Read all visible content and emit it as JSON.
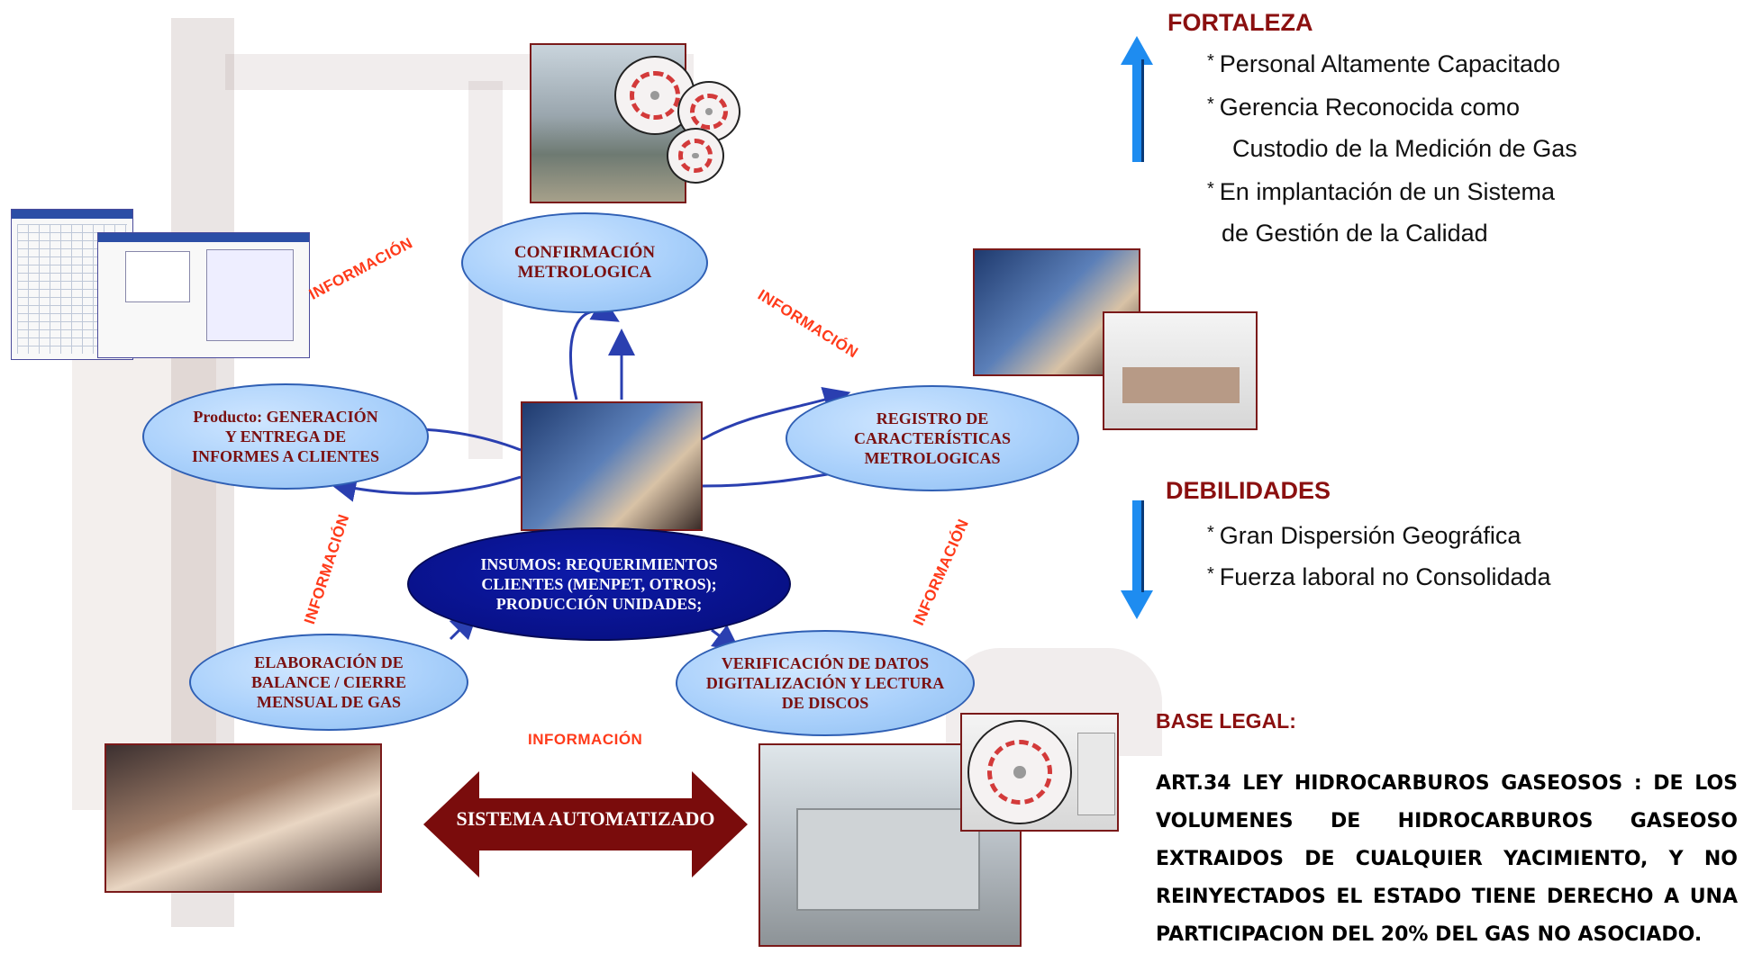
{
  "fortaleza": {
    "title": "FORTALEZA",
    "items": [
      "Personal Altamente Capacitado",
      "Gerencia Reconocida como",
      "Custodio de la Medición de Gas",
      "En implantación de un Sistema",
      "de Gestión de la Calidad"
    ]
  },
  "debilidades": {
    "title": "DEBILIDADES",
    "items": [
      "Gran Dispersión Geográfica",
      "Fuerza laboral no Consolidada"
    ]
  },
  "base_legal": {
    "title": "BASE LEGAL:",
    "text": "ART.34 LEY HIDROCARBUROS GASEOSOS : DE LOS VOLUMENES DE HIDROCARBUROS GASEOSO EXTRAIDOS DE CUALQUIER YACIMIENTO, Y NO REINYECTADOS EL ESTADO TIENE DERECHO A UNA PARTICIPACION DEL 20% DEL GAS NO ASOCIADO."
  },
  "nodes": {
    "confirmacion": "CONFIRMACIÓN\nMETROLOGICA",
    "producto": "Producto: GENERACIÓN\nY ENTREGA DE\nINFORMES A CLIENTES",
    "registro": "REGISTRO DE\nCARACTERÍSTICAS\nMETROLOGICAS",
    "insumos": "INSUMOS: REQUERIMIENTOS\nCLIENTES (MENPET, OTROS);\nPRODUCCIÓN UNIDADES;",
    "elaboracion": "ELABORACIÓN DE\nBALANCE / CIERRE\nMENSUAL DE GAS",
    "verificacion": "VERIFICACIÓN DE DATOS\nDIGITALIZACIÓN Y LECTURA\nDE DISCOS"
  },
  "info_label": "INFORMACIÓN",
  "info_label_lower": "INFORMACIÓN",
  "sistema": "SISTEMA AUTOMATIZADO",
  "colors": {
    "heading": "#8b1010",
    "info": "#ff3a1a",
    "node_fill": "#a9d0fb",
    "node_border": "#2f5fb4",
    "node_text": "#7a1010",
    "center_fill": "#060d7a",
    "arrow_up": "#1e8cf0",
    "arrow_sys": "#7a0c0c"
  }
}
